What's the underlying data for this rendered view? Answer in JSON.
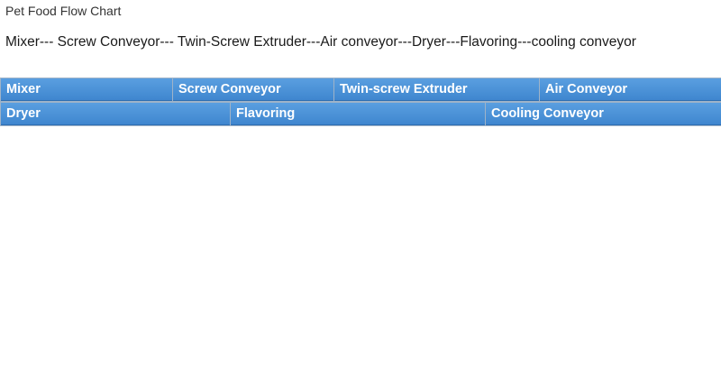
{
  "title": "Pet Food Flow Chart",
  "flow_line": "Mixer--- Screw Conveyor--- Twin-Screw Extruder---Air conveyor---Dryer---Flavoring---cooling conveyor",
  "row1": [
    {
      "label": "Mixer",
      "icon": "mixer-machine-icon"
    },
    {
      "label": "Screw Conveyor",
      "icon": "screw-conveyor-icon"
    },
    {
      "label": "Twin-screw Extruder",
      "icon": "twin-screw-extruder-icon"
    },
    {
      "label": "Air Conveyor",
      "icon": "air-conveyor-icon"
    }
  ],
  "row2": [
    {
      "label": "Dryer",
      "icon": "dryer-machine-icon"
    },
    {
      "label": "Flavoring",
      "icon": "flavoring-drum-icon"
    },
    {
      "label": "Cooling Conveyor",
      "icon": "cooling-conveyor-icon"
    }
  ],
  "colors": {
    "header": "#4a93d8",
    "border": "#9fb3c8",
    "metal": "#b9bcc0"
  }
}
